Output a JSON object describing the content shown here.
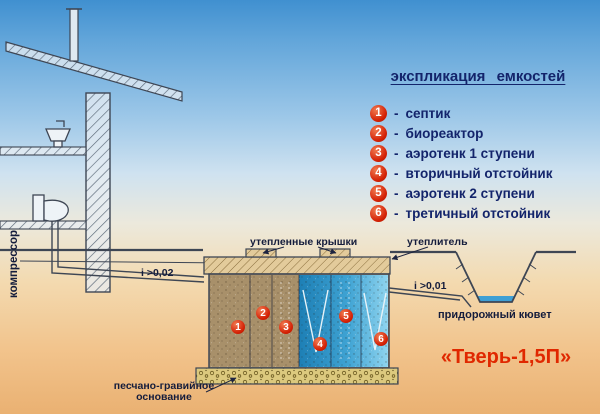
{
  "legend": {
    "title": "экспликация емкостей",
    "separator": "-",
    "items": [
      {
        "num": "1",
        "label": "септик"
      },
      {
        "num": "2",
        "label": "биореактор"
      },
      {
        "num": "3",
        "label": "аэротенк 1 ступени"
      },
      {
        "num": "4",
        "label": "вторичный отстойник"
      },
      {
        "num": "5",
        "label": "аэротенк 2 ступени"
      },
      {
        "num": "6",
        "label": "третичный отстойник"
      }
    ]
  },
  "diagram_labels": {
    "compressor": "компрессор",
    "insulated_covers": "утепленные крышки",
    "insulation": "утеплитель",
    "slope_inlet": "i >0,02",
    "slope_outlet": "i >0,01",
    "roadside_ditch": "придорожный кювет",
    "base_line1": "песчано-гравийное",
    "base_line2": "основание"
  },
  "product_name": "«Тверь-1,5П»",
  "colors": {
    "legend_text": "#13246b",
    "number_badge_red": "#d42105",
    "product_name_red": "#e02800",
    "tank_brown": "#a8906a",
    "tank_blue": "#2a8fc0",
    "sky_top": "#4090d0",
    "ground_bottom": "#eab172"
  }
}
